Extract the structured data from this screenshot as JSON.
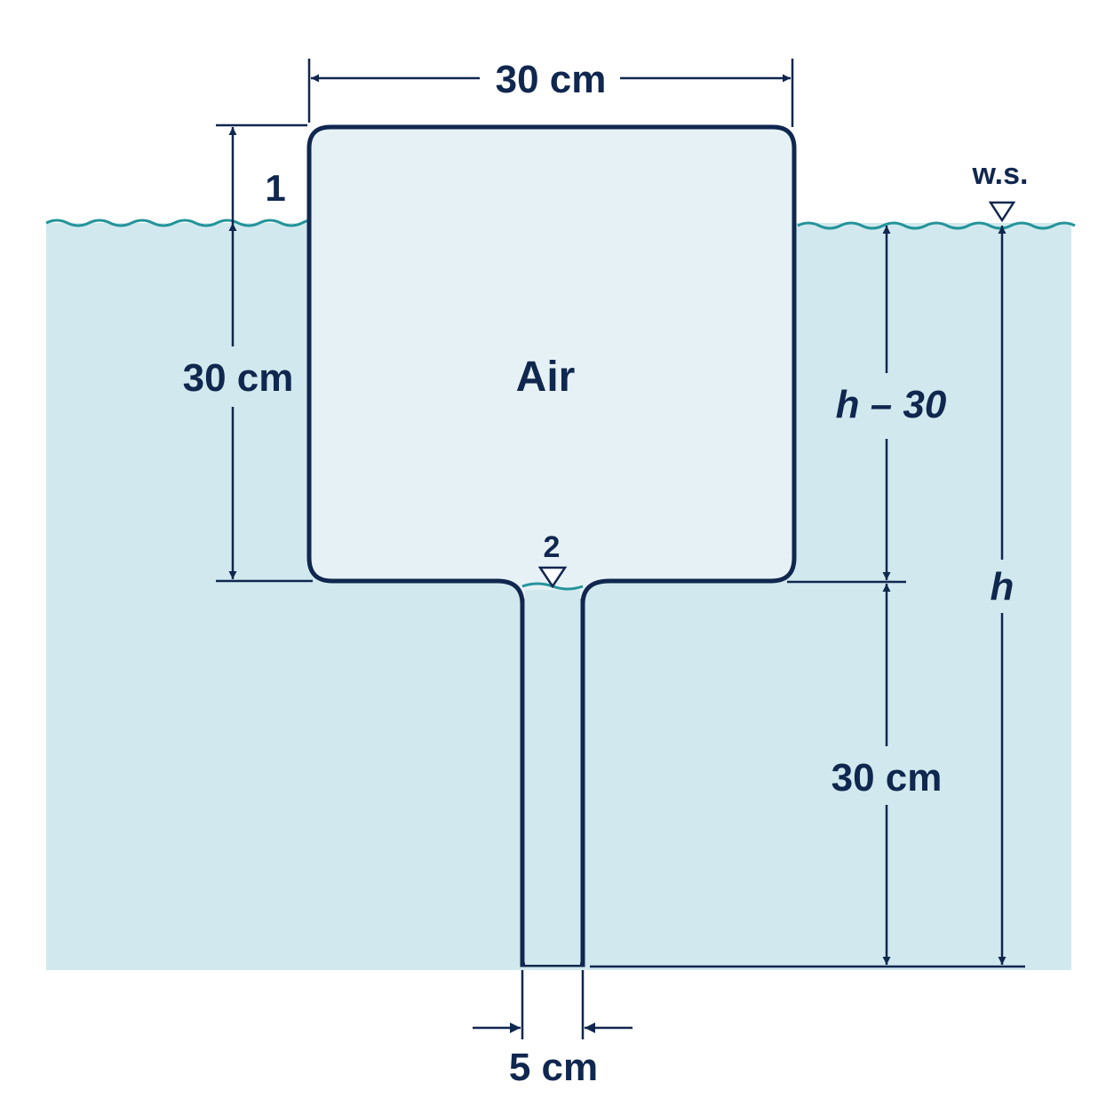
{
  "labels": {
    "top_width": "30 cm",
    "point_1": "1",
    "ws": "w.s.",
    "left_height": "30 cm",
    "air": "Air",
    "h_minus_30": "h – 30",
    "point_2": "2",
    "h": "h",
    "tube_length": "30 cm",
    "tube_width": "5 cm"
  },
  "colors": {
    "water": "#d1e9ee",
    "air": "#e6f1f6",
    "water_line": "#23949a",
    "outline": "#10274f"
  }
}
